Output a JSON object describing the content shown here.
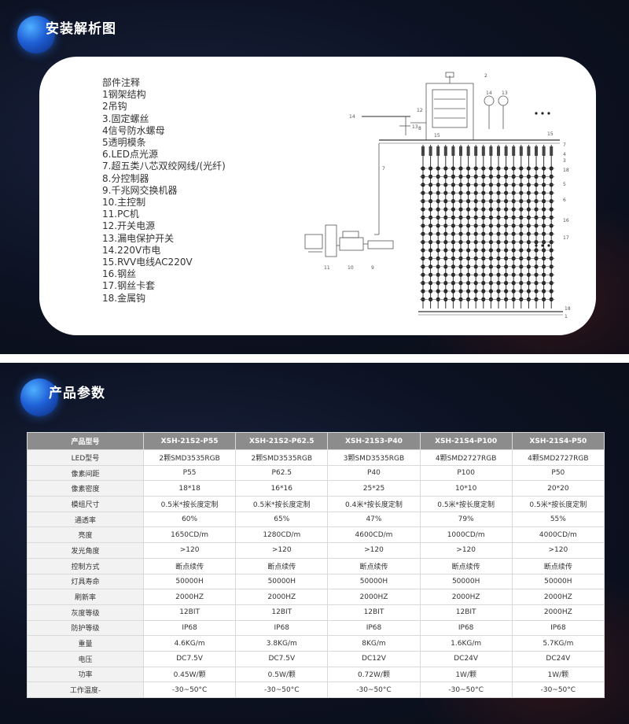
{
  "install": {
    "title": "安装解析图",
    "parts_heading": "部件注释",
    "parts": [
      "1钢架结构",
      "2吊钩",
      "3.固定螺丝",
      "4信号防水螺母",
      "5透明模条",
      "6.LED点光源",
      "7.超五类八芯双绞网线/(光纤)",
      "8.分控制器",
      "9.千兆网交换机器",
      "10.主控制",
      "11.PC机",
      "12.开关电源",
      "13.漏电保护开关",
      "14.220V市电",
      "15.RVV电线AC220V",
      "16.钢丝",
      "17.钢丝卡套",
      "18.金属钩"
    ],
    "diagram_labels": {
      "n1": "1",
      "n2": "2",
      "n3": "3",
      "n4": "4",
      "n5": "5",
      "n6": "6",
      "n7": "7",
      "n8": "8",
      "n9": "9",
      "n10": "10",
      "n11": "11",
      "n12": "12",
      "n13": "13",
      "n14": "14",
      "n15": "15",
      "n16": "16",
      "n17": "17",
      "n18": "18"
    }
  },
  "params": {
    "title": "产品参数",
    "header": [
      "产品型号",
      "XSH-21S2-P55",
      "XSH-21S2-P62.5",
      "XSH-21S3-P40",
      "XSH-21S4-P100",
      "XSH-21S4-P50"
    ],
    "rows": [
      [
        "LED型号",
        "2颗SMD3535RGB",
        "2颗SMD3535RGB",
        "3颗SMD3535RGB",
        "4颗SMD2727RGB",
        "4颗SMD2727RGB"
      ],
      [
        "像素间距",
        "P55",
        "P62.5",
        "P40",
        "P100",
        "P50"
      ],
      [
        "像素密度",
        "18*18",
        "16*16",
        "25*25",
        "10*10",
        "20*20"
      ],
      [
        "模组尺寸",
        "0.5米*按长度定制",
        "0.5米*按长度定制",
        "0.4米*按长度定制",
        "0.5米*按长度定制",
        "0.5米*按长度定制"
      ],
      [
        "通透率",
        "60%",
        "65%",
        "47%",
        "79%",
        "55%"
      ],
      [
        "亮度",
        "1650CD/m",
        "1280CD/m",
        "4600CD/m",
        "1000CD/m",
        "4000CD/m"
      ],
      [
        "发光角度",
        ">120",
        ">120",
        ">120",
        ">120",
        ">120"
      ],
      [
        "控制方式",
        "断点续传",
        "断点续传",
        "断点续传",
        "断点续传",
        "断点续传"
      ],
      [
        "灯具寿命",
        "50000H",
        "50000H",
        "50000H",
        "50000H",
        "50000H"
      ],
      [
        "刷新率",
        "2000HZ",
        "2000HZ",
        "2000HZ",
        "2000HZ",
        "2000HZ"
      ],
      [
        "灰度等级",
        "12BIT",
        "12BIT",
        "12BIT",
        "12BIT",
        "2000HZ"
      ],
      [
        "防护等级",
        "IP68",
        "IP68",
        "IP68",
        "IP68",
        "IP68"
      ],
      [
        "重量",
        "4.6KG/m",
        "3.8KG/m",
        "8KG/m",
        "1.6KG/m",
        "5.7KG/m"
      ],
      [
        "电压",
        "DC7.5V",
        "DC7.5V",
        "DC12V",
        "DC24V",
        "DC24V"
      ],
      [
        "功率",
        "0.45W/颗",
        "0.5W/颗",
        "0.72W/颗",
        "1W/颗",
        "1W/颗"
      ],
      [
        "工作温度-",
        "-30~50°C",
        "-30~50°C",
        "-30~50°C",
        "-30~50°C",
        "-30~50°C"
      ]
    ]
  }
}
